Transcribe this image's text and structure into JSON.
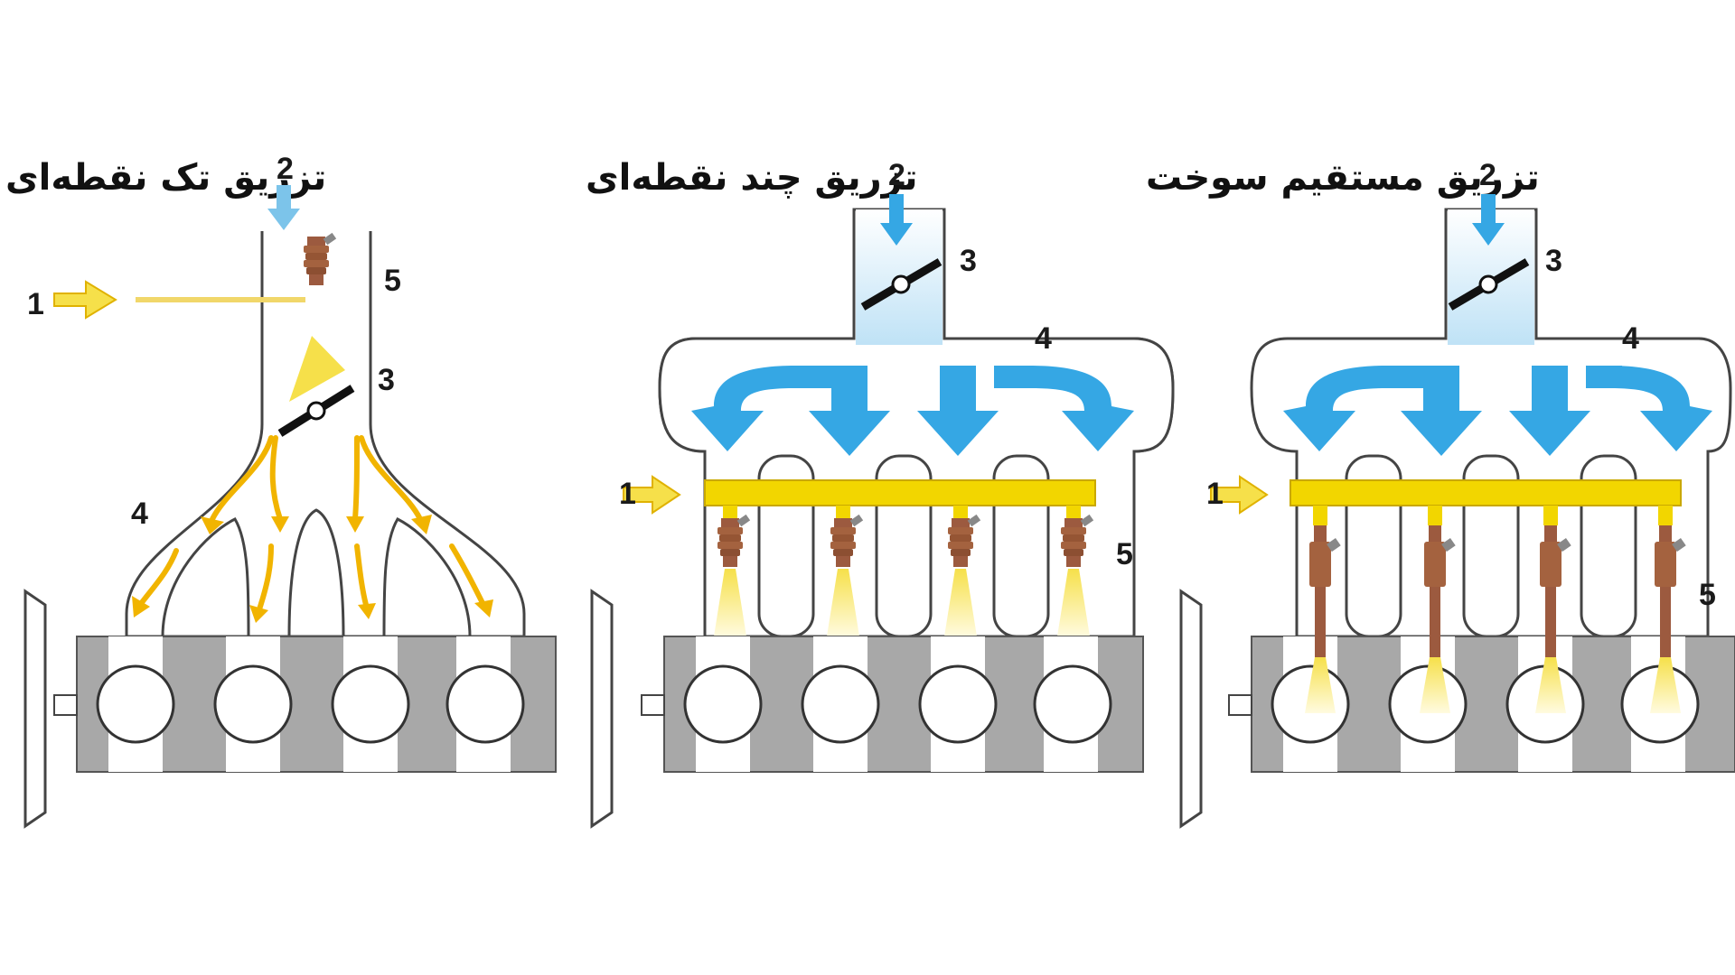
{
  "panels": [
    {
      "title": "تزریق تک نقطه‌ای",
      "labels": {
        "fuel": "1",
        "air": "2",
        "throttle": "3",
        "manifold": "4",
        "injector": "5"
      }
    },
    {
      "title": "تزریق چند نقطه‌ای",
      "labels": {
        "fuel": "1",
        "air": "2",
        "throttle": "3",
        "manifold": "4",
        "injector": "5"
      }
    },
    {
      "title": "تزریق مستقیم سوخت",
      "labels": {
        "fuel": "1",
        "air": "2",
        "throttle": "3",
        "manifold": "4",
        "injector": "5"
      }
    }
  ],
  "colors": {
    "fuel": "#f2d600",
    "fuel_arrow": "#f1c232",
    "air": "#35a7e4",
    "engine_block": "#a8a8a8",
    "injector": "#9c5a3f",
    "outline": "#444444"
  }
}
